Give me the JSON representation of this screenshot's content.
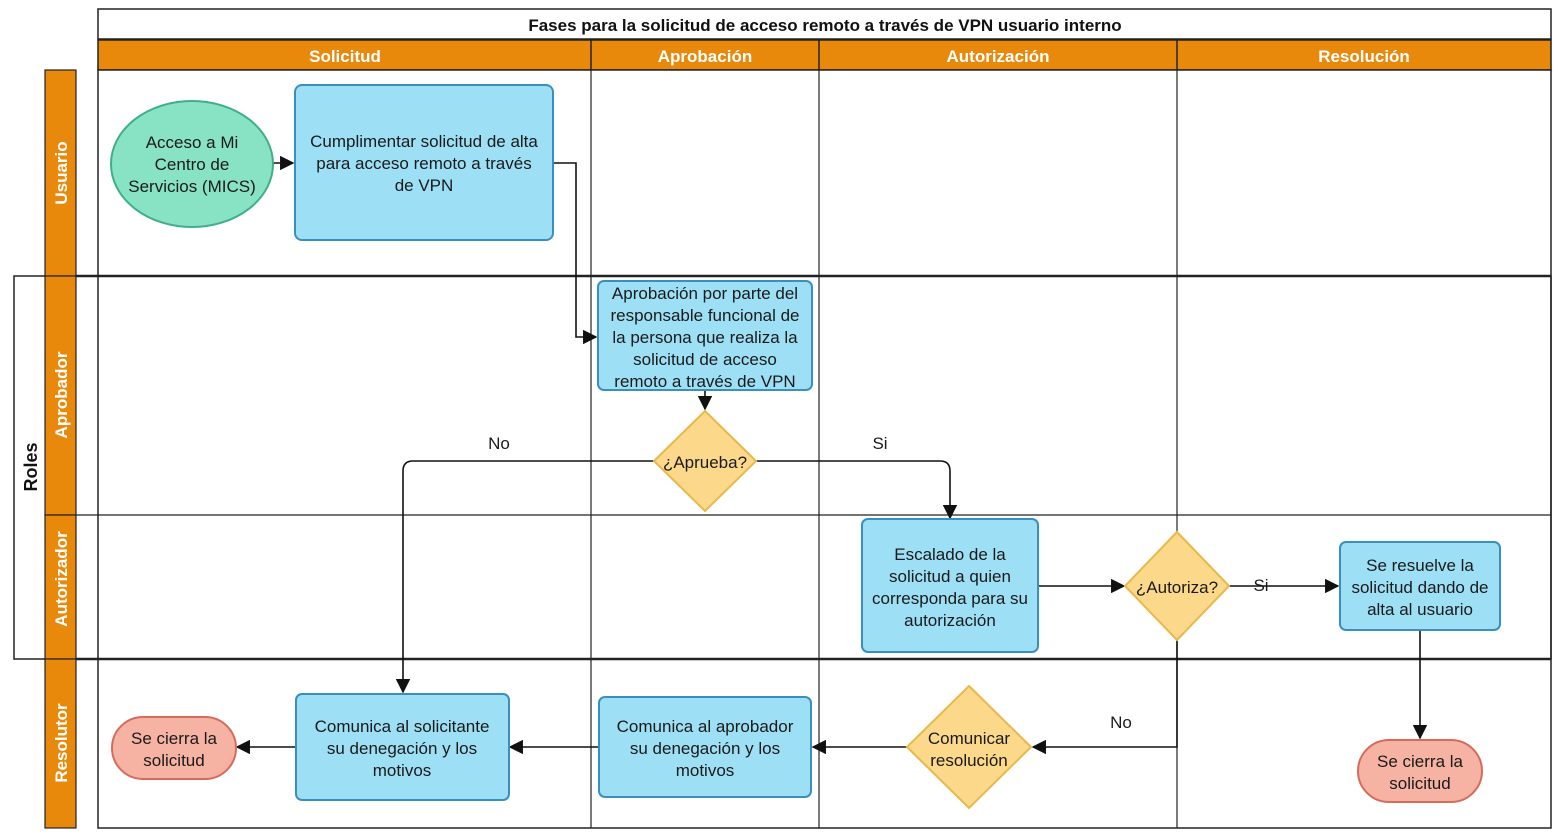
{
  "title": "Fases para la solicitud de acceso remoto a través de VPN usuario interno",
  "group_label": "Roles",
  "colors": {
    "header_orange": "#e8890c",
    "start_green": "#87e3c3",
    "process_blue": "#9de0f5",
    "process_border": "#3a8fbf",
    "decision_yellow": "#fcd98a",
    "decision_border": "#e8b84a",
    "end_pink": "#f6b3a4",
    "end_border": "#d66b5c"
  },
  "phases": [
    "Solicitud",
    "Aprobación",
    "Autorización",
    "Resolución"
  ],
  "lanes": [
    "Usuario",
    "Aprobador",
    "Autorizador",
    "Resolutor"
  ],
  "nodes": {
    "start": {
      "lines": [
        "Acceso a Mi",
        "Centro de",
        "Servicios (MICS)"
      ]
    },
    "fill_form": {
      "lines": [
        "Cumplimentar solicitud de alta",
        "para acceso remoto a través",
        "de VPN"
      ]
    },
    "approval": {
      "lines": [
        "Aprobación por parte del",
        "responsable funcional de",
        "la persona que realiza la",
        "solicitud de acceso",
        "remoto a través de VPN"
      ]
    },
    "approve_q": {
      "lines": [
        "¿Aprueba?"
      ]
    },
    "escalate": {
      "lines": [
        "Escalado de la",
        "solicitud a quien",
        "corresponda para su",
        "autorización"
      ]
    },
    "authorize_q": {
      "lines": [
        "¿Autoriza?"
      ]
    },
    "resolve": {
      "lines": [
        "Se resuelve la",
        "solicitud dando de",
        "alta al usuario"
      ]
    },
    "end_right": {
      "lines": [
        "Se cierra la",
        "solicitud"
      ]
    },
    "communicate_q": {
      "lines": [
        "Comunicar",
        "resolución"
      ]
    },
    "notify_approver": {
      "lines": [
        "Comunica al aprobador",
        "su denegación y los",
        "motivos"
      ]
    },
    "notify_requester": {
      "lines": [
        "Comunica al solicitante",
        "su denegación y los",
        "motivos"
      ]
    },
    "end_left": {
      "lines": [
        "Se cierra la",
        "solicitud"
      ]
    }
  },
  "edge_labels": {
    "approve_no": "No",
    "approve_yes": "Si",
    "authorize_yes": "Si",
    "authorize_no": "No"
  }
}
